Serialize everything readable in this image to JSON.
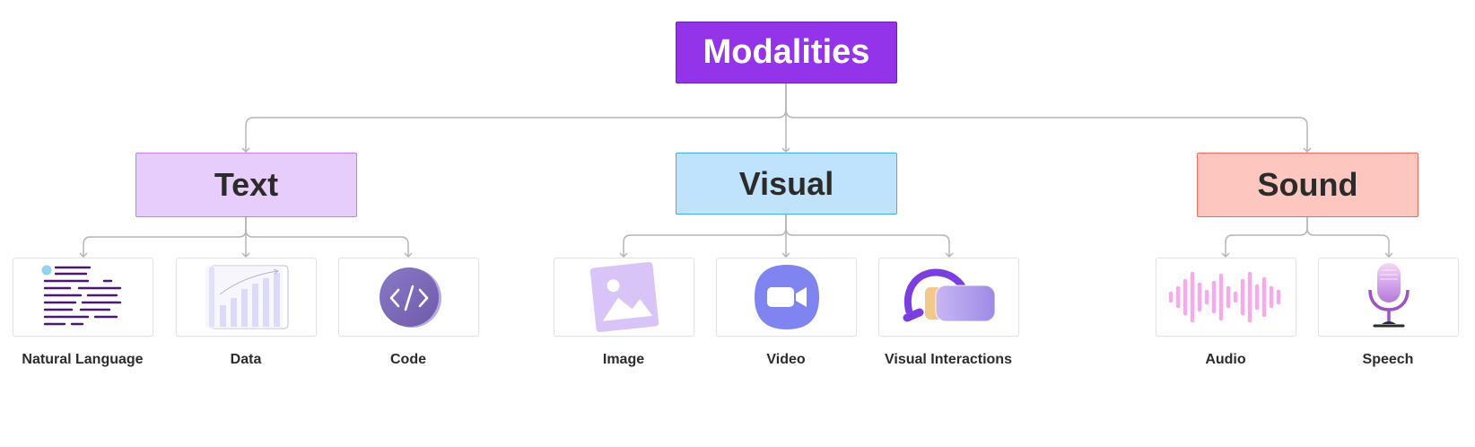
{
  "diagram": {
    "root": {
      "label": "Modalities",
      "color": "#9333ea"
    },
    "categories": [
      {
        "label": "Text",
        "color": "#e6cdfb"
      },
      {
        "label": "Visual",
        "color": "#bfe3fc"
      },
      {
        "label": "Sound",
        "color": "#fdc7c0"
      }
    ],
    "leaves": [
      {
        "label": "Natural Language",
        "icon": "natural-language-icon"
      },
      {
        "label": "Data",
        "icon": "bar-chart-icon"
      },
      {
        "label": "Code",
        "icon": "code-icon"
      },
      {
        "label": "Image",
        "icon": "image-icon"
      },
      {
        "label": "Video",
        "icon": "video-camera-icon"
      },
      {
        "label": "Visual Interactions",
        "icon": "vr-headset-icon"
      },
      {
        "label": "Audio",
        "icon": "audio-waveform-icon"
      },
      {
        "label": "Speech",
        "icon": "microphone-icon"
      }
    ]
  }
}
